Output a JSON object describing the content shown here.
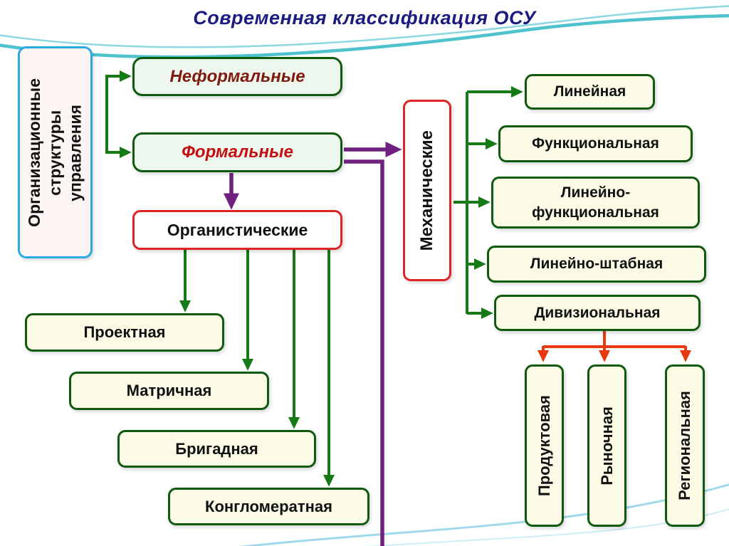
{
  "title": "Современная классификация ОСУ",
  "palette": {
    "title_text": "#1c1c80",
    "green_border": "#0e5a0e",
    "green_arrow": "#167a16",
    "red_border": "#e02424",
    "purple_arrow": "#70217f",
    "orange_arrow": "#e8380d",
    "cyan_border": "#29abe2",
    "cream_fill": "#fbfbe6",
    "light_green_fill": "#edf7ed",
    "dark_red_text": "#7f1a10",
    "red_text": "#c40f12",
    "swoosh_teal": "#2fb9c6"
  },
  "nodes": {
    "root": {
      "label": "Организационные\nструктуры\nуправления"
    },
    "informal": {
      "label": "Неформальные"
    },
    "formal": {
      "label": "Формальные"
    },
    "organic": {
      "label": "Органистические"
    },
    "mechanical": {
      "label": "Механические"
    },
    "linear": {
      "label": "Линейная"
    },
    "functional": {
      "label": "Функциональная"
    },
    "linear_functional": {
      "label": "Линейно-\nфункциональная"
    },
    "linear_staff": {
      "label": "Линейно-штабная"
    },
    "divisional": {
      "label": "Дивизиональная"
    },
    "project": {
      "label": "Проектная"
    },
    "matrix": {
      "label": "Матричная"
    },
    "brigade": {
      "label": "Бригадная"
    },
    "conglomerate": {
      "label": "Конгломератная"
    },
    "product": {
      "label": "Продуктовая"
    },
    "market": {
      "label": "Рыночная"
    },
    "regional": {
      "label": "Региональная"
    }
  }
}
